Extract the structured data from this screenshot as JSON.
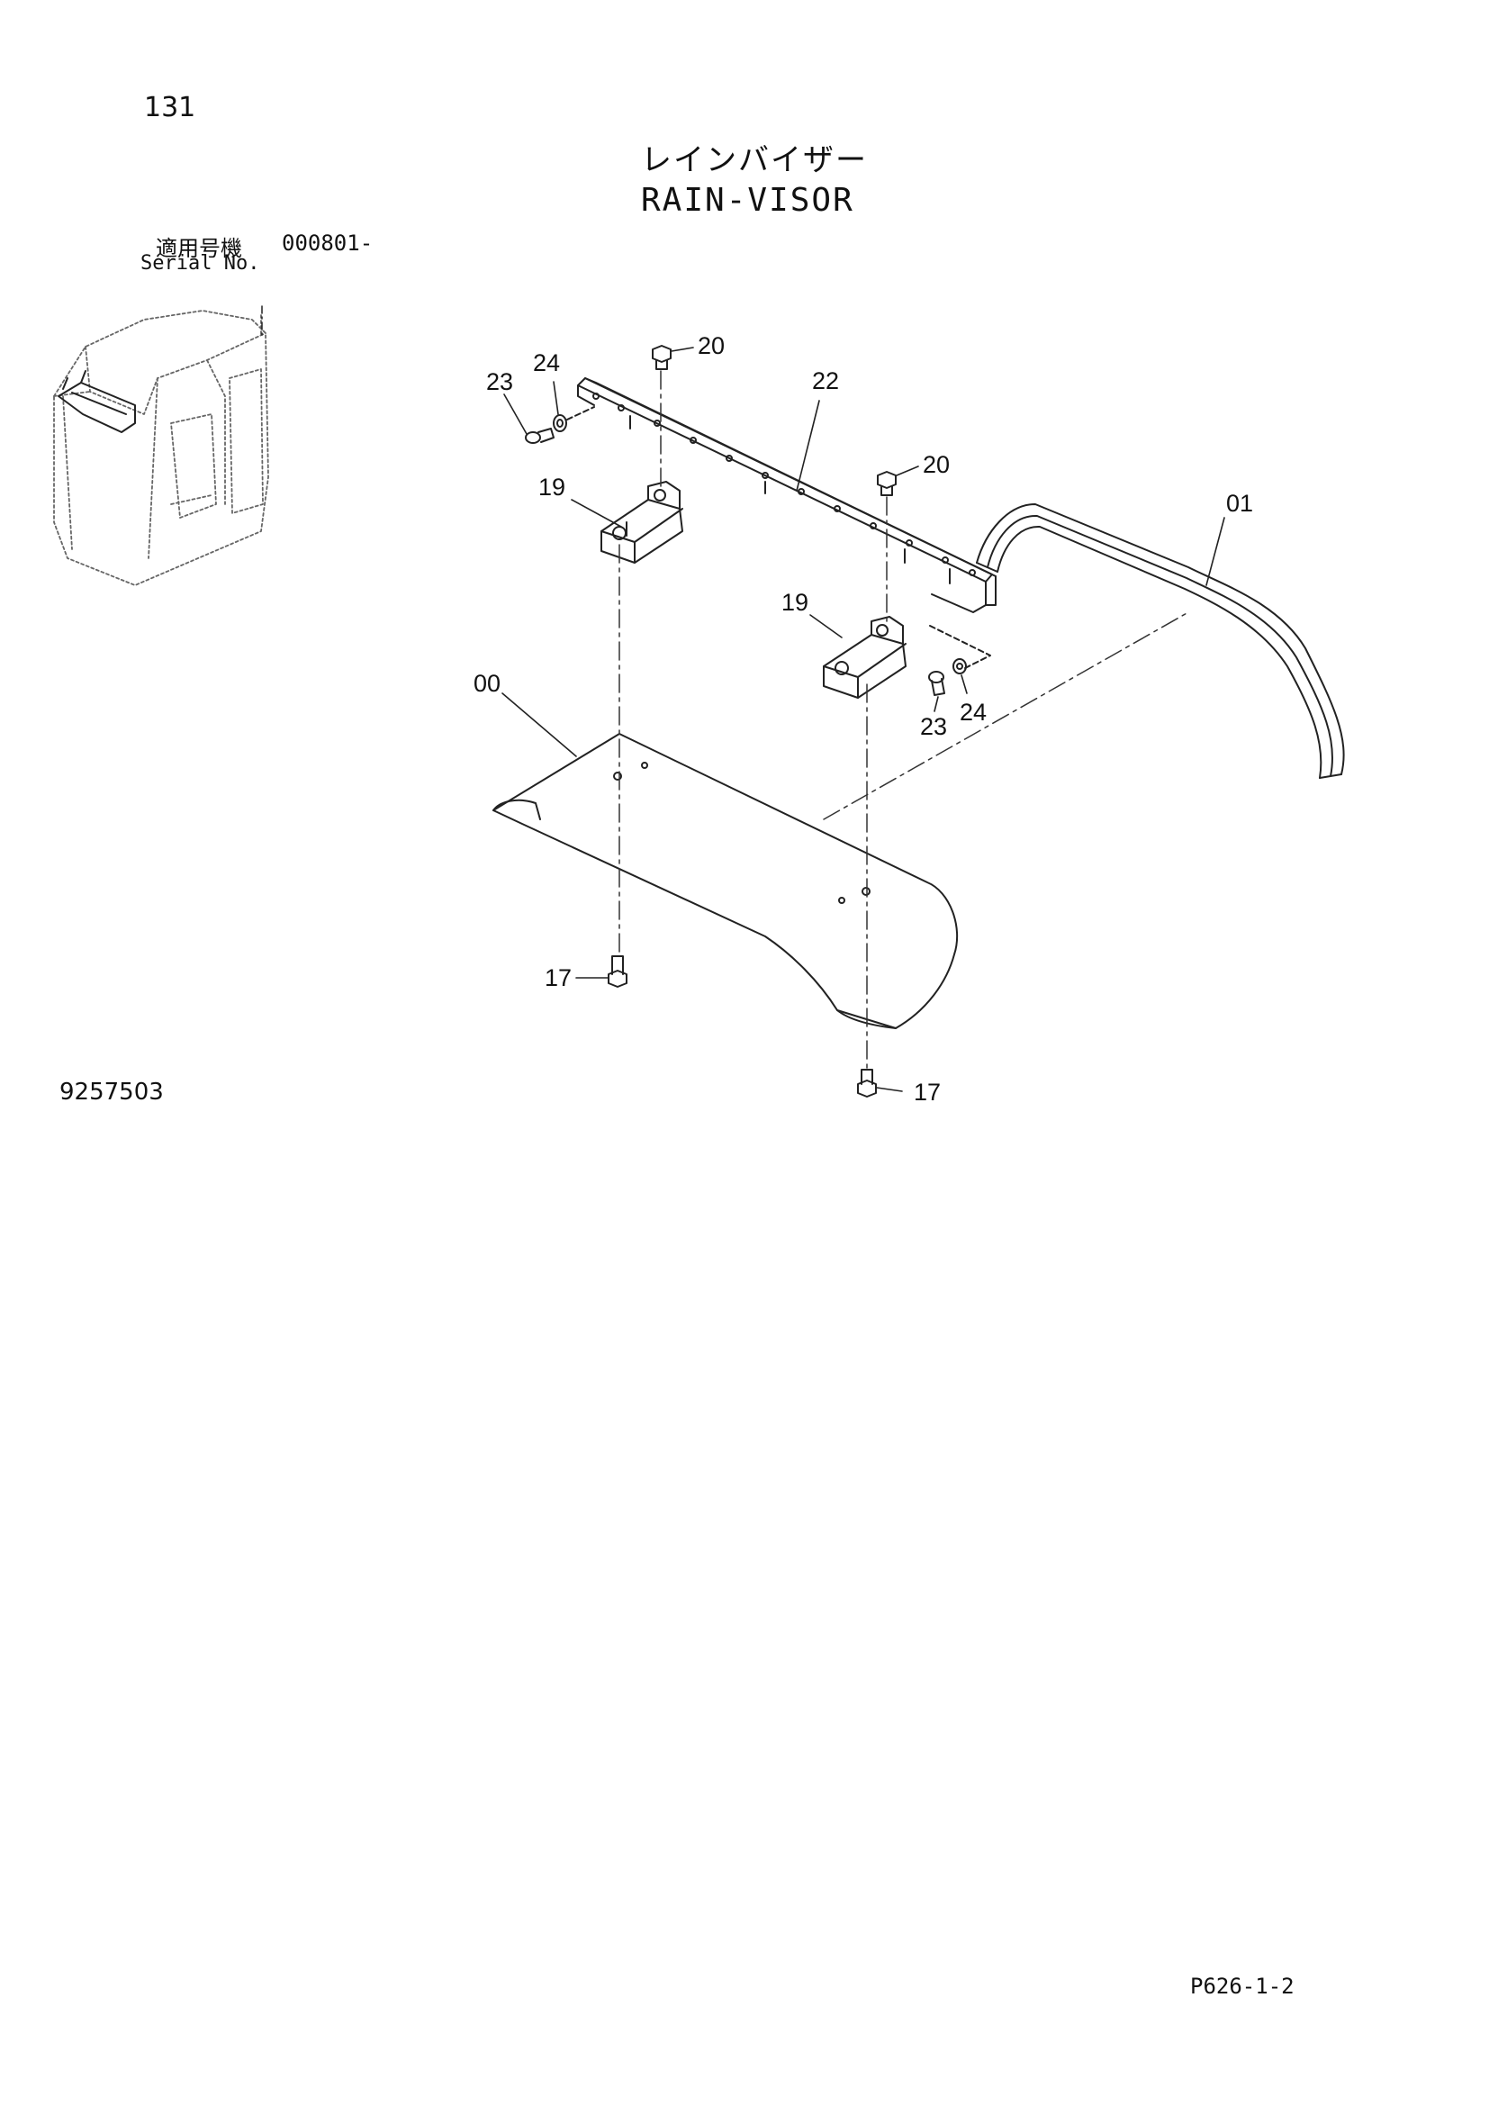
{
  "header": {
    "page_number": "131",
    "title_jp": "レインバイザー",
    "title_en": "RAIN-VISOR",
    "serial_label_jp": "適用号機",
    "serial_number": "000801-",
    "serial_label_en": "Serial No."
  },
  "footer": {
    "drawing_number": "9257503",
    "page_code": "P626-1-2"
  },
  "callouts": [
    "00",
    "01",
    "17",
    "17",
    "19",
    "19",
    "20",
    "20",
    "22",
    "23",
    "23",
    "24",
    "24"
  ]
}
